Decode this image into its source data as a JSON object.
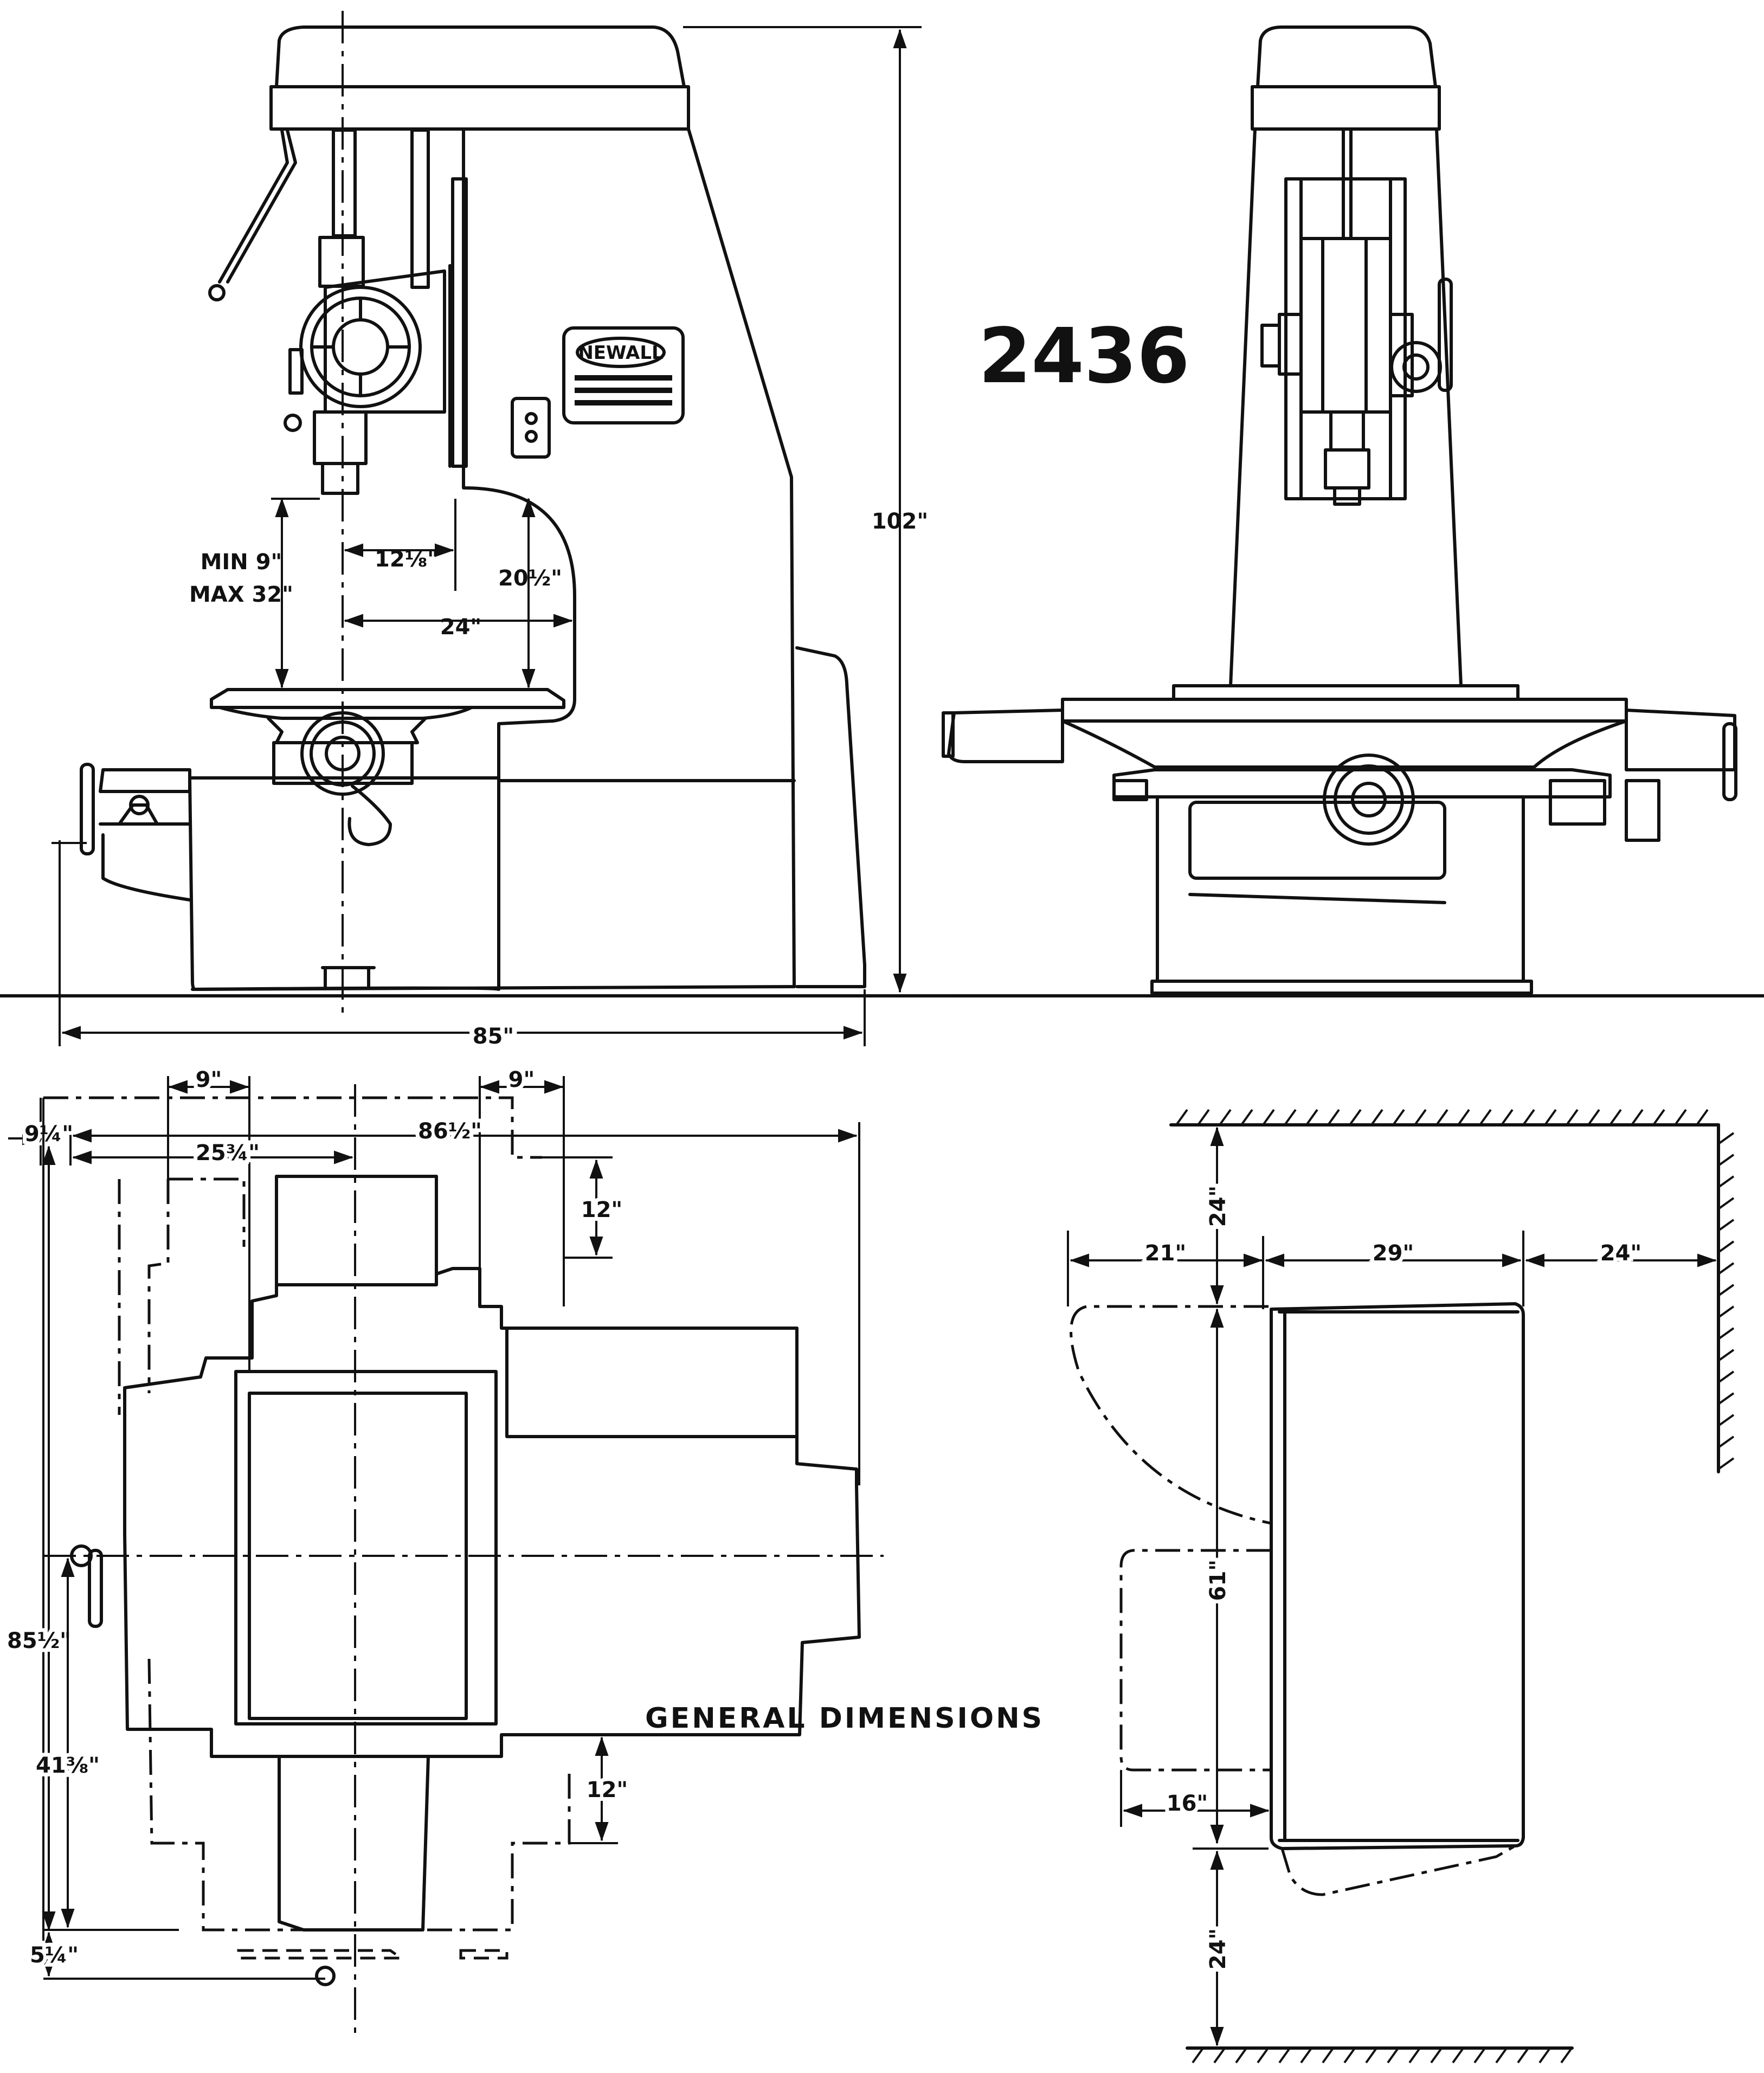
{
  "model_number": "2436",
  "title": "GENERAL DIMENSIONS",
  "brand_logo": "NEWALL",
  "side_view": {
    "min_daylight": "MIN 9\"",
    "max_daylight": "MAX 32\"",
    "dim_12_1_8": "12⅛\"",
    "dim_24": "24\"",
    "dim_20_1_2": "20½\"",
    "height": "102\"",
    "length": "85\""
  },
  "plan_view": {
    "top_9_left": "9\"",
    "top_9_right": "9\"",
    "left_9_1_4": "9¼\"",
    "dim_25_3_4": "25¾\"",
    "dim_86_1_2": "86½\"",
    "dim_12_top": "12\"",
    "dim_85_1_2": "85½\"",
    "dim_41_3_8": "41⅜\"",
    "dim_12_bottom": "12\"",
    "dim_5_1_4": "5¼\""
  },
  "floor_plan": {
    "dim_21": "21\"",
    "dim_29": "29\"",
    "dim_24_right": "24\"",
    "dim_24_top": "24\"",
    "dim_61": "61\"",
    "dim_16": "16\"",
    "dim_24_bottom": "24\""
  }
}
